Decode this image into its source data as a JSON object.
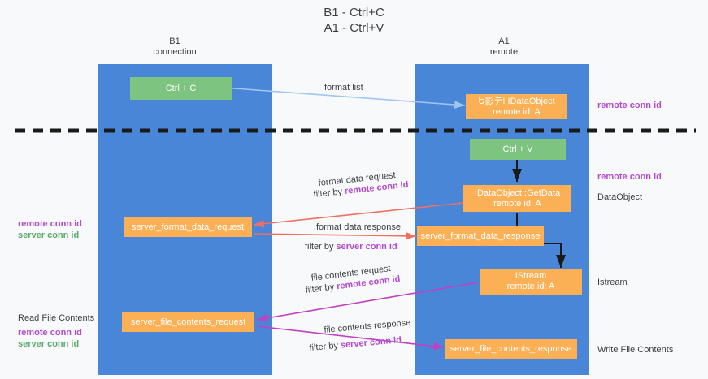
{
  "title": {
    "line1": "B1 - Ctrl+C",
    "line2": "A1 - Ctrl+V"
  },
  "columns": [
    {
      "name": "B1",
      "sub": "connection"
    },
    {
      "name": "A1",
      "sub": "remote"
    }
  ],
  "boxes": {
    "ctrl_c": "Ctrl + C",
    "ctrl_v": "Ctrl + V",
    "idataobject_l1": "Ե影テI IDataObject",
    "idataobject_l2": "remote id: A",
    "getdata_l1": "IDataObject::GetData",
    "getdata_l2": "remote id: A",
    "istream_l1": "IStream",
    "istream_l2": "remote id: A",
    "server_format_data_request": "server_format_data_request",
    "server_format_data_response": "server_format_data_response",
    "server_file_contents_request": "server_file_contents_request",
    "server_file_contents_response": "server_file_contents_response"
  },
  "edges": {
    "format_list": "format list",
    "format_data_request": "format data request",
    "format_data_request_filter_prefix": "filter by ",
    "format_data_request_filter_key": "remote conn id",
    "format_data_response": "format data response",
    "format_data_response_filter_prefix": "filter by ",
    "format_data_response_filter_key": "server conn id",
    "file_contents_request": "file contents request",
    "file_contents_request_filter_prefix": "filter by ",
    "file_contents_request_filter_key": "remote conn id",
    "file_contents_response": "file contents response",
    "file_contents_response_filter_prefix": "filter by ",
    "file_contents_response_filter_key": "server conn id"
  },
  "left_labels": {
    "mid_remote_conn_id": "remote conn id",
    "mid_server_conn_id": "server conn id",
    "read_file_contents": "Read File Contents",
    "low_remote_conn_id": "remote conn id",
    "low_server_conn_id": "server conn id"
  },
  "right_labels": {
    "top_remote_conn_id": "remote conn id",
    "mid_remote_conn_id": "remote conn id",
    "dataobject": "DataObject",
    "istream": "Istream",
    "write_file_contents": "Write File Contents"
  },
  "colors": {
    "lane": "#4a86d8",
    "green_box": "#7cc47f",
    "orange_box": "#fcb055",
    "purple": "#b44ad0",
    "green_text": "#5aab6b",
    "light_blue_arrow": "#9fc5f0",
    "red_arrow": "#ef6f61",
    "magenta_arrow": "#c councils"
  }
}
